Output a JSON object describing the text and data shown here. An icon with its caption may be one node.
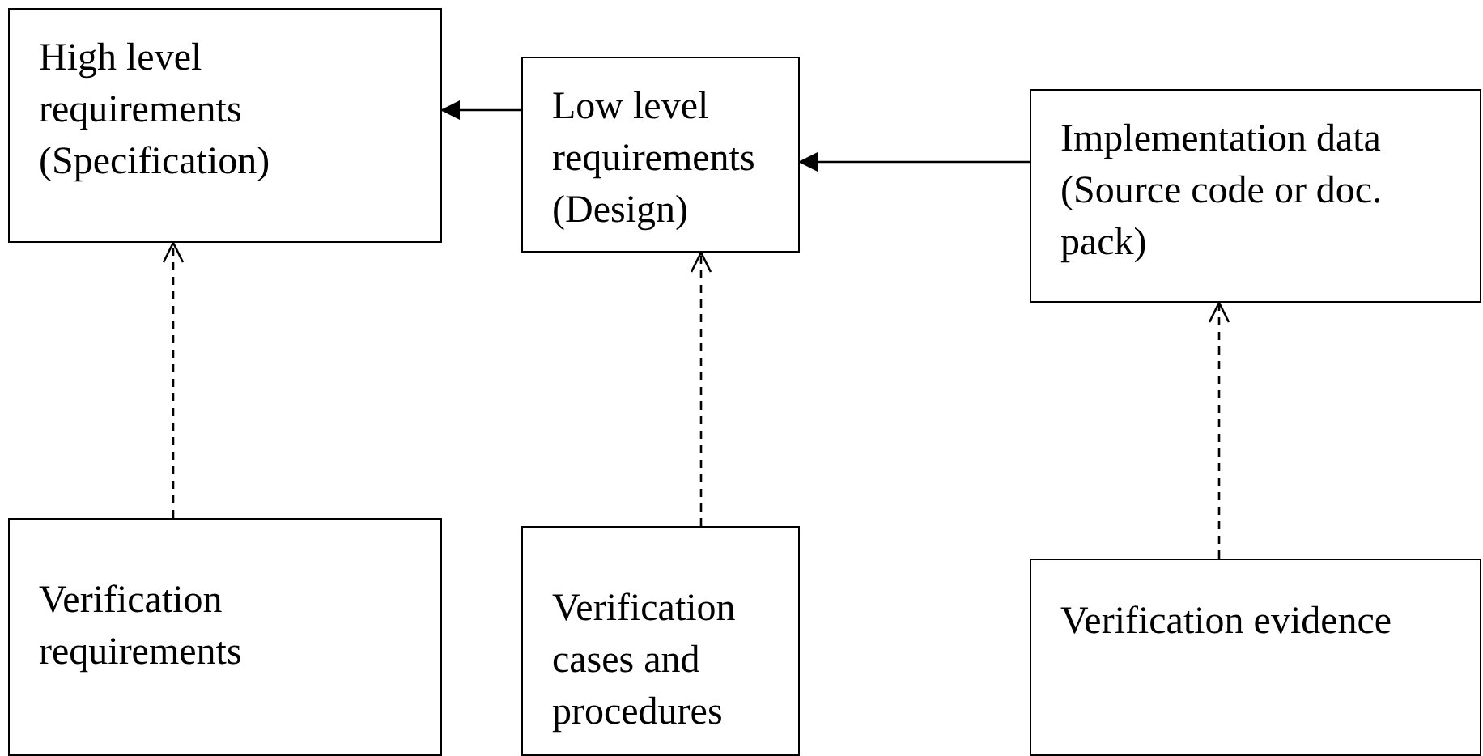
{
  "diagram": {
    "nodes": [
      {
        "text": [
          "High level requirements (Specification)"
        ]
      },
      {
        "text": [
          "Low level requirements (Design)"
        ]
      },
      {
        "text": [
          "Implementation data (Source code or doc. pack)"
        ]
      },
      {
        "text": [
          "Verification requirements"
        ]
      },
      {
        "text": [
          "Verification cases and procedures"
        ]
      },
      {
        "text": [
          "Verification evidence"
        ]
      }
    ],
    "edges": [
      {
        "from": 1,
        "to": 0,
        "arrow": "to"
      },
      {
        "from": 2,
        "to": 1,
        "arrow": "to"
      },
      {
        "from": 3,
        "to": 0,
        "arrow": "to",
        "style": "dashed"
      },
      {
        "from": 4,
        "to": 1,
        "arrow": "to",
        "style": "dashed"
      },
      {
        "from": 5,
        "to": 2,
        "arrow": "to",
        "style": "dashed"
      }
    ]
  }
}
